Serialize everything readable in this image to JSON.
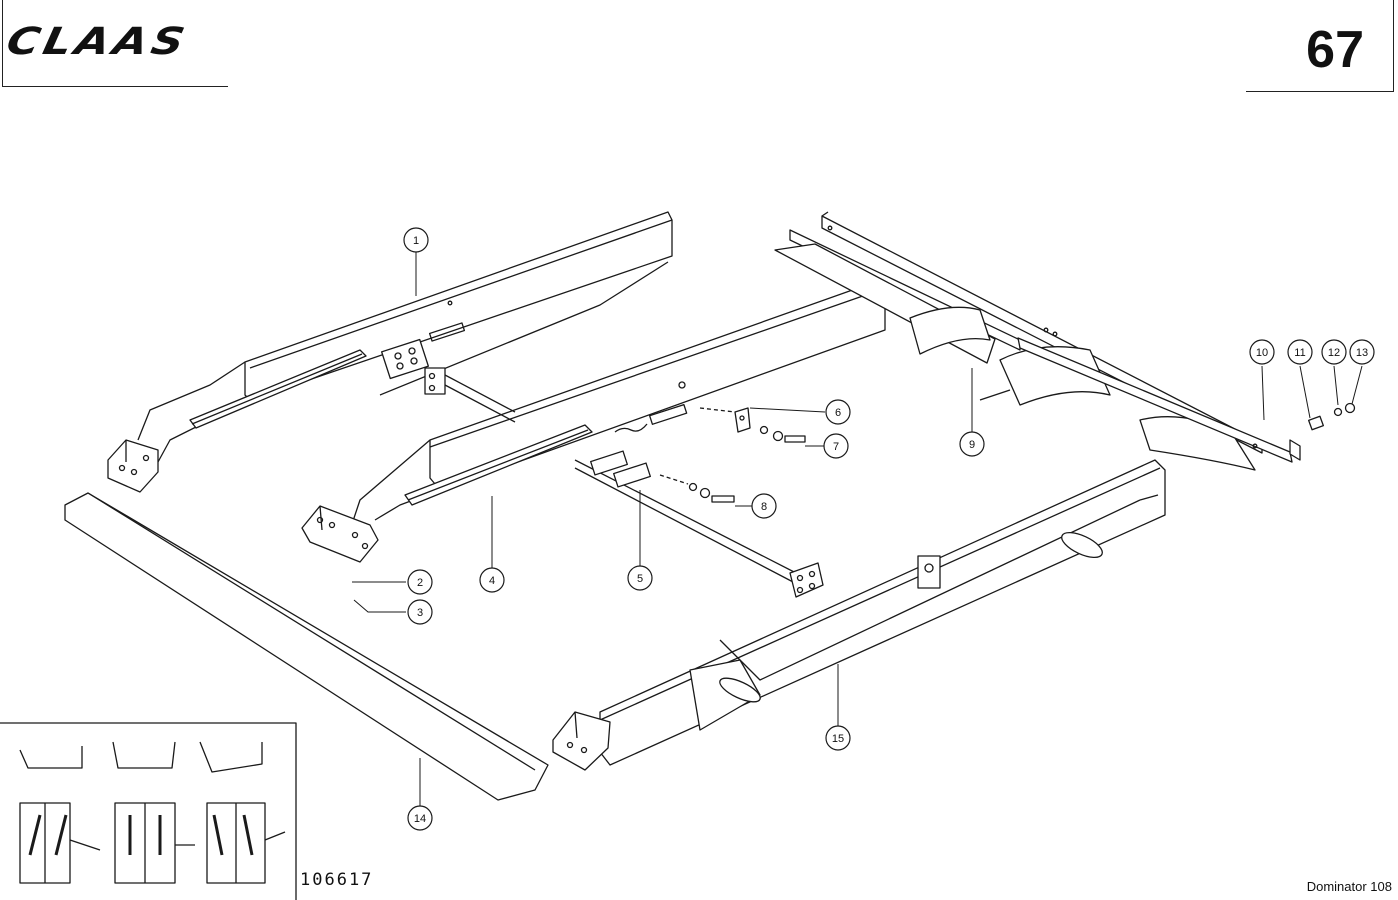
{
  "header": {
    "brand": "CLAAS",
    "page_number": "67"
  },
  "footer": {
    "drawing_number": "106617",
    "model": "Dominator 108"
  },
  "callouts": [
    "1",
    "2",
    "3",
    "4",
    "5",
    "6",
    "7",
    "8",
    "9",
    "10",
    "11",
    "12",
    "13",
    "14",
    "15"
  ]
}
